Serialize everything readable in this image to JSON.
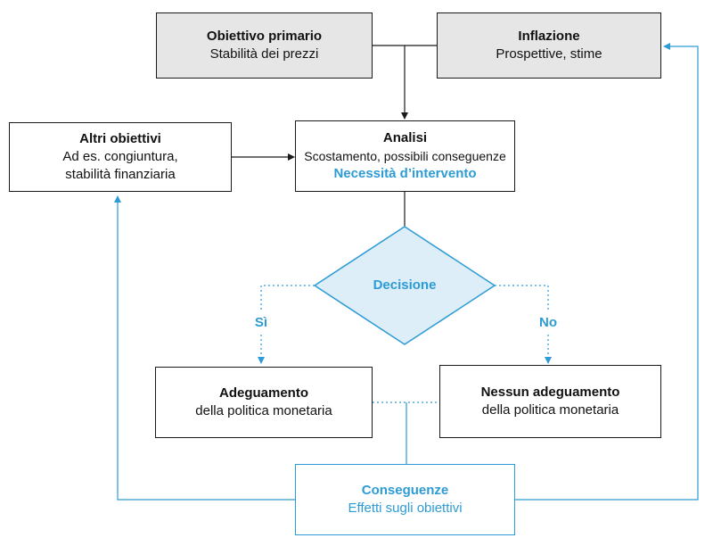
{
  "colors": {
    "accent": "#2d9bd4",
    "border": "#1a1a1a",
    "shaded": "#e6e6e6"
  },
  "nodes": {
    "primary_objective": {
      "title": "Obiettivo primario",
      "subtitle": "Stabilità dei prezzi"
    },
    "inflation": {
      "title": "Inflazione",
      "subtitle": "Prospettive, stime"
    },
    "other_objectives": {
      "title": "Altri obiettivi",
      "line1": "Ad es. congiuntura,",
      "line2": "stabilità finanziaria"
    },
    "analysis": {
      "title": "Analisi",
      "line1": "Scostamento, possibili conseguenze",
      "line2": "Necessità d’intervento"
    },
    "decision": {
      "label": "Decisione"
    },
    "adjustment": {
      "title": "Adeguamento",
      "subtitle": "della politica monetaria"
    },
    "no_adjustment": {
      "title": "Nessun adeguamento",
      "subtitle": "della politica monetaria"
    },
    "consequences": {
      "title": "Conseguenze",
      "subtitle": "Effetti sugli obiettivi"
    }
  },
  "edges": {
    "yes_label": "Sì",
    "no_label": "No"
  }
}
